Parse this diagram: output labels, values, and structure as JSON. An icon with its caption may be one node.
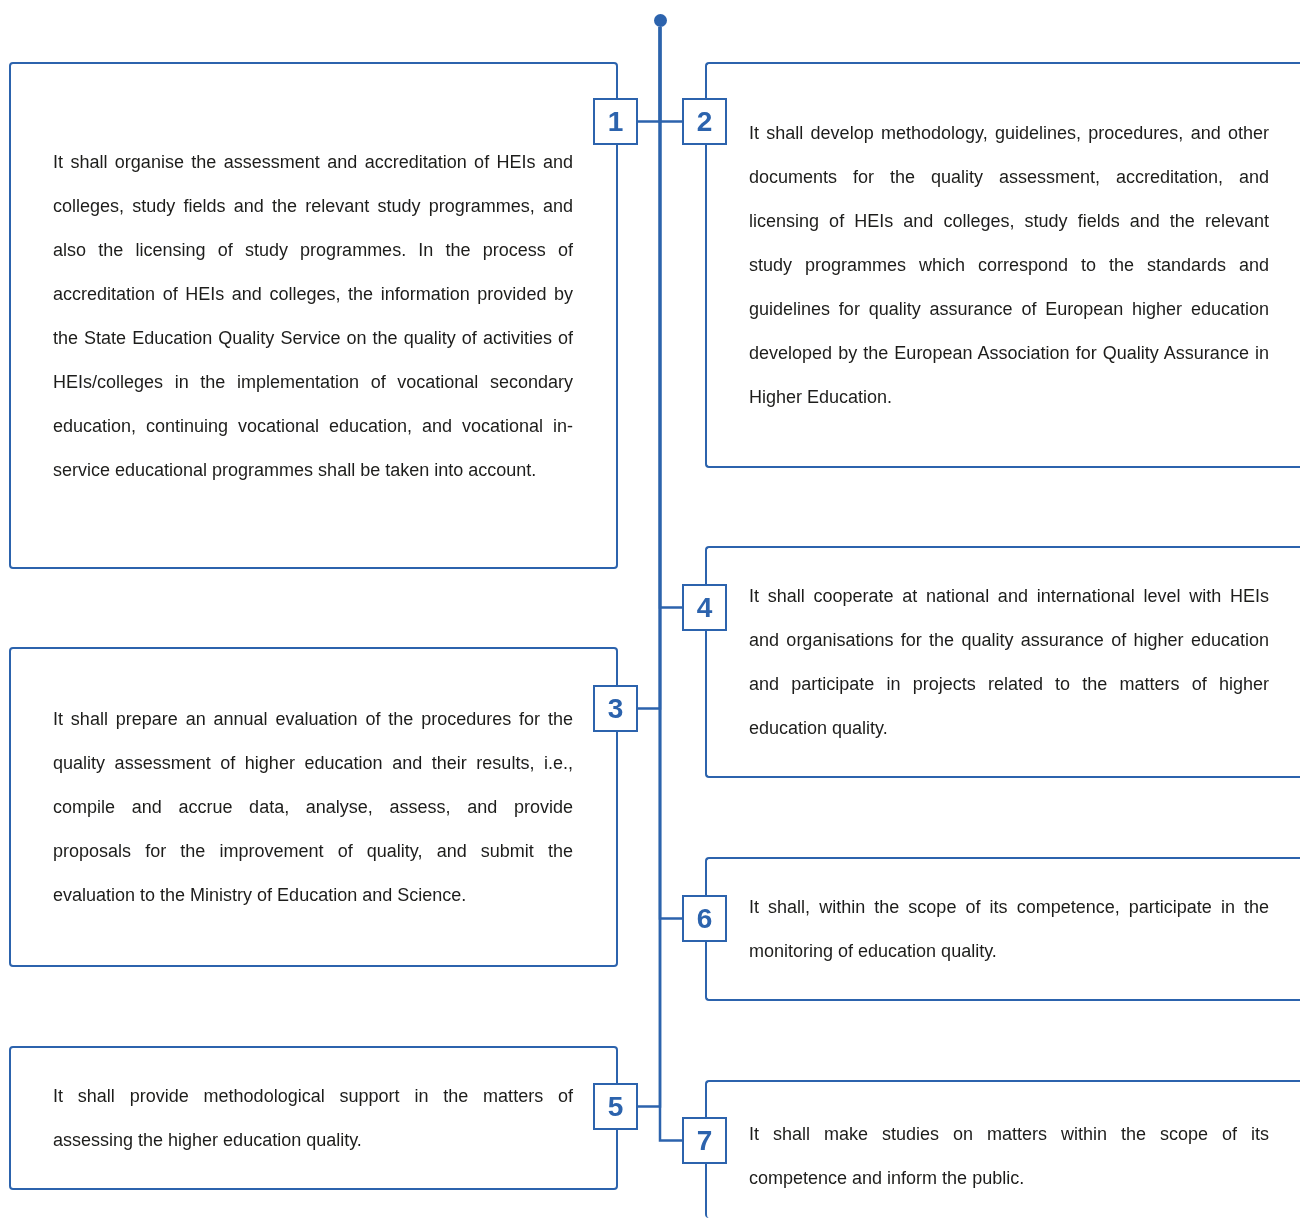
{
  "diagram": {
    "nodes": [
      {
        "text": [],
        "shape": "circle"
      },
      {
        "text": [
          "1"
        ]
      },
      {
        "text": [
          "2"
        ]
      },
      {
        "text": [
          "3"
        ]
      },
      {
        "text": [
          "4"
        ]
      },
      {
        "text": [
          "5"
        ]
      },
      {
        "text": [
          "6"
        ]
      },
      {
        "text": [
          "7"
        ]
      },
      {
        "text": [
          "It shall organise the assessment and accreditation of HEIs and colleges, study fields and the relevant study programmes, and also the licensing of study programmes. In the process of accreditation of HEIs and colleges, the information provided by the State Education Quality Service on the quality of activities of HEIs/colleges in the implementation of vocational secondary education, continuing vocational education, and vocational in-service educational programmes shall be taken into account."
        ]
      },
      {
        "text": [
          "It shall develop methodology, guidelines, procedures, and other documents for the quality assessment, accreditation, and licensing of HEIs and colleges, study fields and the relevant study programmes which correspond to the standards and guidelines for quality assurance of European higher education developed by the European Association for Quality Assurance in Higher Education."
        ]
      },
      {
        "text": [
          "It shall prepare an annual evaluation of the procedures for the quality assessment of higher education and their results, i.e., compile and accrue data, analyse, assess, and provide proposals for the improvement of quality, and submit the evaluation to the Ministry of Education and Science."
        ]
      },
      {
        "text": [
          "It shall cooperate at national and international level with HEIs and organisations for the quality assurance of higher education and participate in projects related to the matters of higher education quality."
        ]
      },
      {
        "text": [
          "It shall provide methodological support in the matters of assessing the higher education quality."
        ]
      },
      {
        "text": [
          "It shall, within the scope of its competence, participate in the monitoring of education quality."
        ]
      },
      {
        "text": [
          "It shall make studies on matters within the scope of its competence and inform the public."
        ]
      }
    ],
    "edges": [
      {
        "from": 0,
        "to": 1,
        "arrow": "none"
      },
      {
        "from": 0,
        "to": 2,
        "arrow": "none"
      },
      {
        "from": 0,
        "to": 3,
        "arrow": "none"
      },
      {
        "from": 0,
        "to": 4,
        "arrow": "none"
      },
      {
        "from": 0,
        "to": 5,
        "arrow": "none"
      },
      {
        "from": 0,
        "to": 6,
        "arrow": "none"
      },
      {
        "from": 0,
        "to": 7,
        "arrow": "none"
      }
    ]
  }
}
